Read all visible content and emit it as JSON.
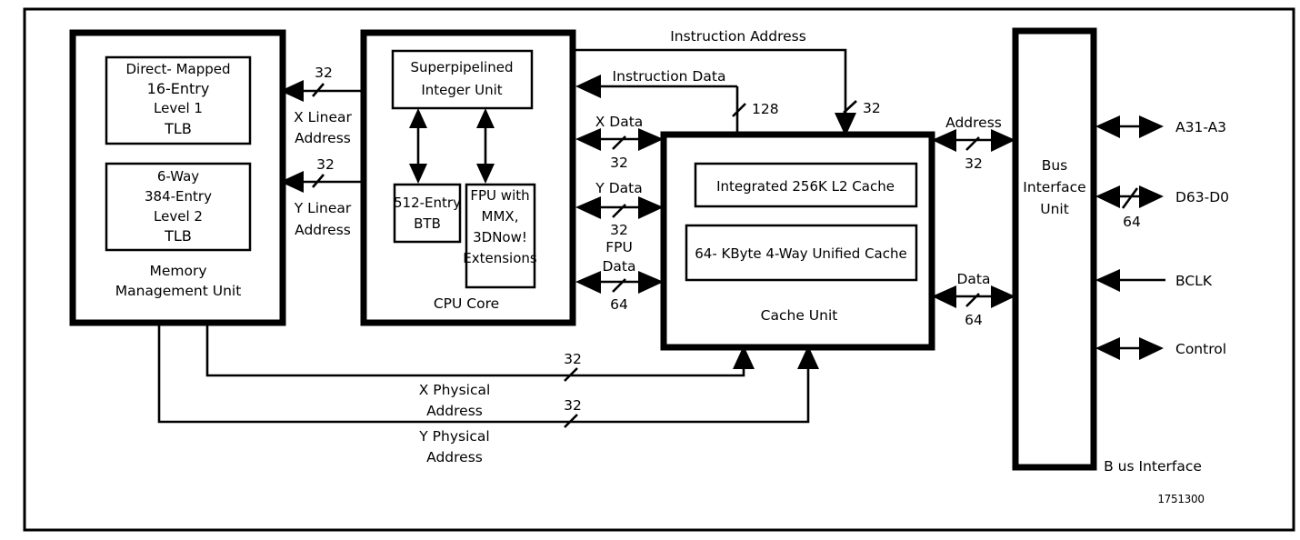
{
  "figure": {
    "id_number": "1751300",
    "background": "#ffffff",
    "line_color": "#000000"
  },
  "blocks": {
    "mmu": {
      "name_line1": "Memory",
      "name_line2": "Management Unit",
      "tlb1": {
        "line1": "Direct- Mapped",
        "line2": "16-Entry",
        "line3": "Level 1",
        "line4": "TLB"
      },
      "tlb2": {
        "line1": "6-Way",
        "line2": "384-Entry",
        "line3": "Level 2",
        "line4": "TLB"
      }
    },
    "cpu": {
      "name": "CPU Core",
      "integer_unit": {
        "line1": "Superpipelined",
        "line2": "Integer Unit"
      },
      "btb": {
        "line1": "512-Entry",
        "line2": "BTB"
      },
      "fpu": {
        "line1": "FPU with",
        "line2": "MMX,",
        "line3": "3DNow!",
        "line4": "Extensions"
      }
    },
    "cache": {
      "name": "Cache Unit",
      "l2": "Integrated 256K L2 Cache",
      "unified": "64- KByte 4-Way Unified Cache"
    },
    "biu": {
      "name_line1": "Bus",
      "name_line2": "Interface",
      "name_line3": "Unit",
      "caption": "B us Interface"
    }
  },
  "signals": {
    "x_linear": {
      "label_line1": "X Linear",
      "label_line2": "Address",
      "width": "32"
    },
    "y_linear": {
      "label_line1": "Y Linear",
      "label_line2": "Address",
      "width": "32"
    },
    "instruction_address": {
      "label": "Instruction Address",
      "width": "32"
    },
    "instruction_data": {
      "label": "Instruction Data",
      "width": "128"
    },
    "x_data": {
      "label": "X Data",
      "width": "32"
    },
    "y_data": {
      "label": "Y Data",
      "width": "32"
    },
    "fpu_data": {
      "label_line1": "FPU",
      "label_line2": "Data",
      "width": "64"
    },
    "x_physical": {
      "label_line1": "X Physical",
      "label_line2": "Address",
      "width": "32"
    },
    "y_physical": {
      "label_line1": "Y Physical",
      "label_line2": "Address",
      "width": "32"
    },
    "address": {
      "label": "Address",
      "width": "32"
    },
    "data": {
      "label": "Data",
      "width": "64"
    },
    "a31_a3": {
      "label": "A31-A3"
    },
    "d63_d0": {
      "label": "D63-D0",
      "width": "64"
    },
    "bclk": {
      "label": "BCLK"
    },
    "control": {
      "label": "Control"
    }
  }
}
